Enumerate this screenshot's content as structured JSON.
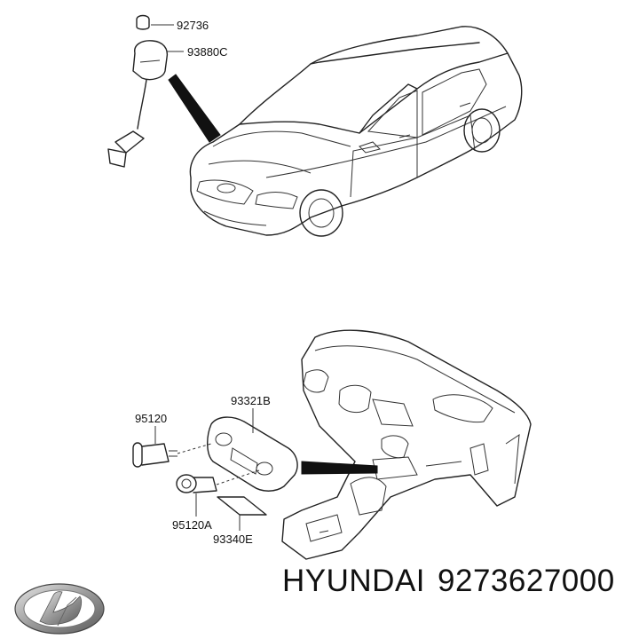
{
  "parts": {
    "p92736": "92736",
    "p93880C": "93880C",
    "p93321B": "93321B",
    "p95120": "95120",
    "p95120A": "95120A",
    "p93340E": "93340E"
  },
  "caption": {
    "brand": "HYUNDAI",
    "part_number": "9273627000"
  },
  "icons": {
    "logo": "hyundai-logo-icon"
  }
}
